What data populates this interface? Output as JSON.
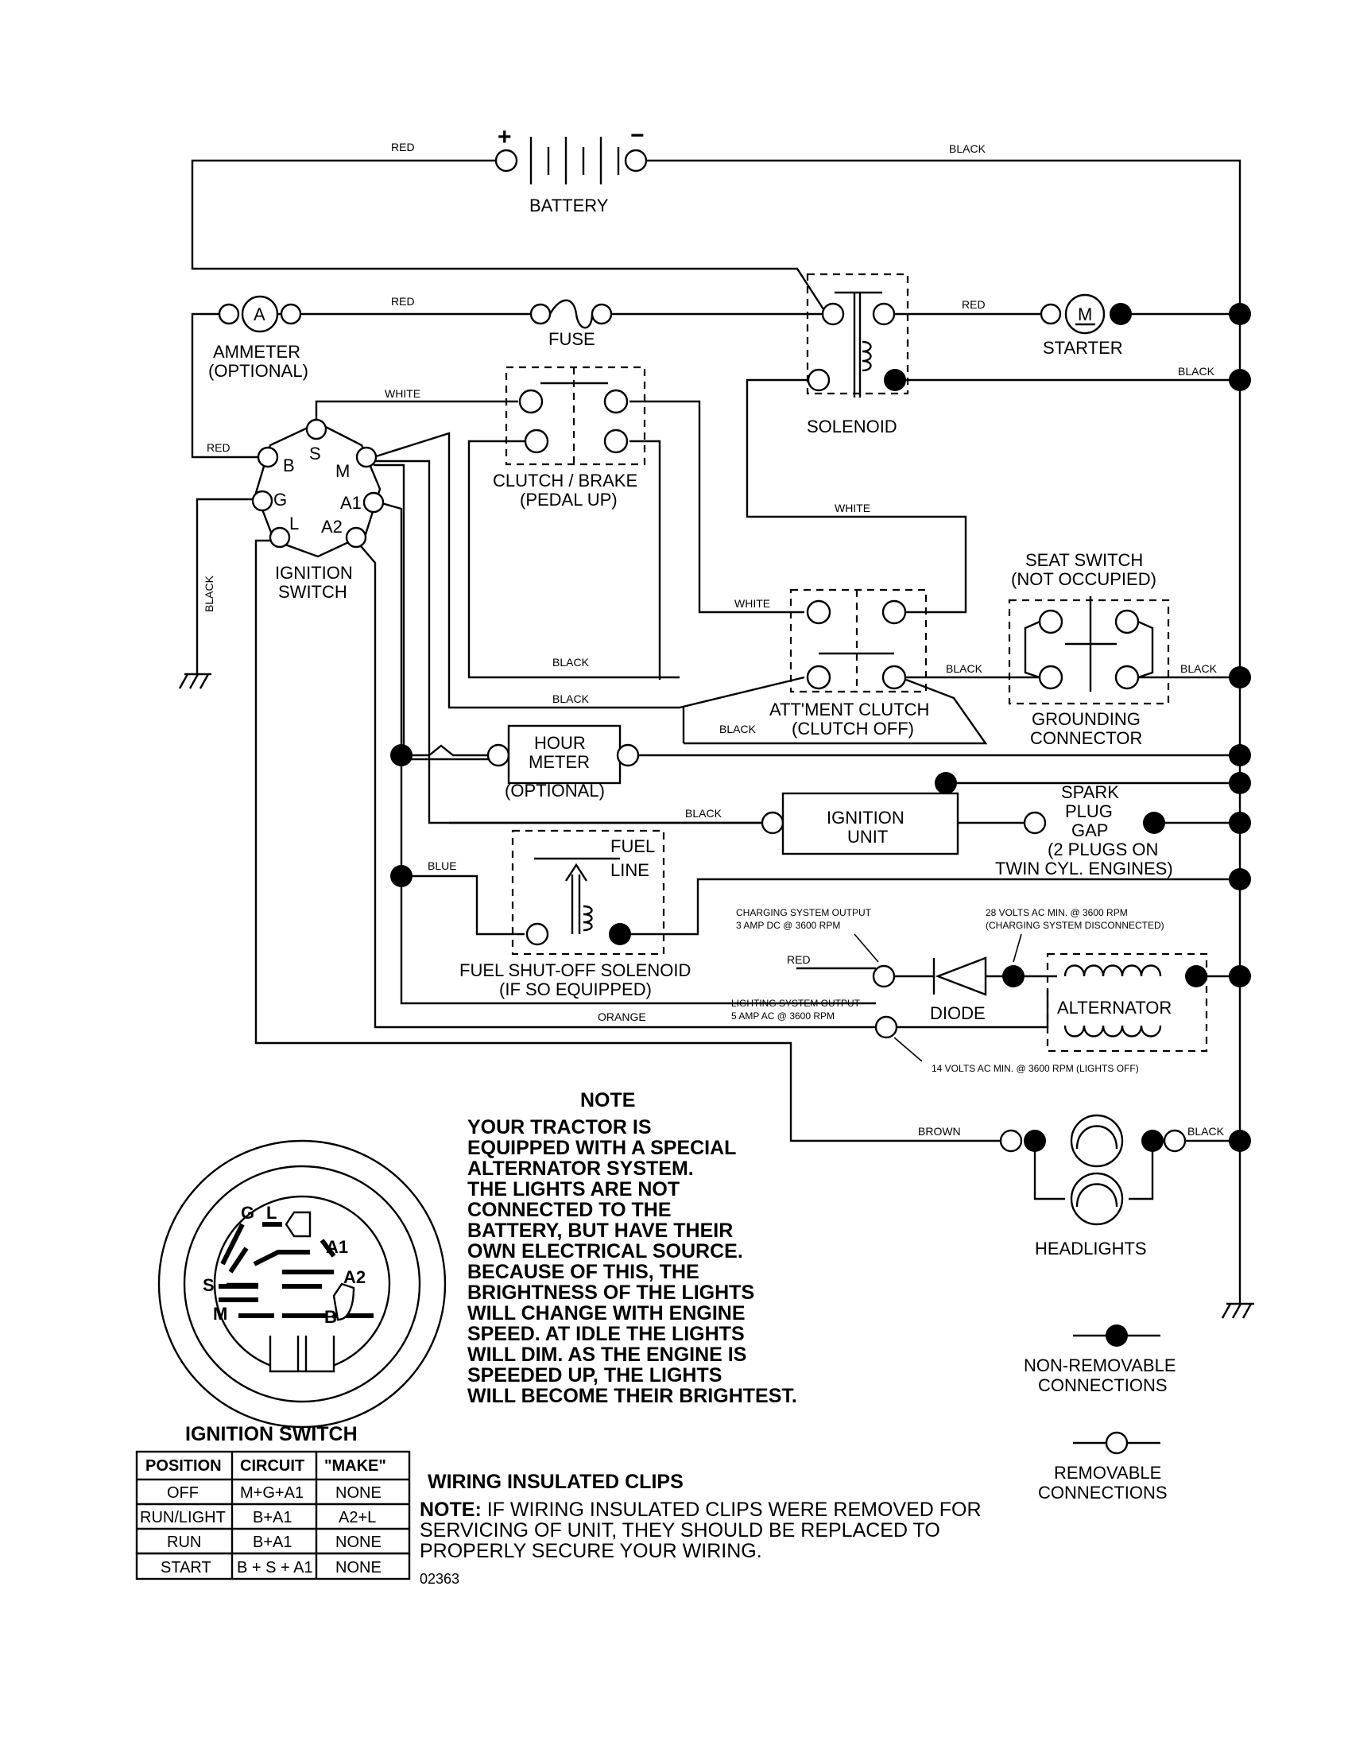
{
  "components": {
    "battery": "BATTERY",
    "battery_plus": "+",
    "battery_minus": "−",
    "ammeter_symbol": "A",
    "ammeter_l1": "AMMETER",
    "ammeter_l2": "(OPTIONAL)",
    "fuse": "FUSE",
    "starter_symbol": "M",
    "starter": "STARTER",
    "solenoid": "SOLENOID",
    "clutch_brake_l1": "CLUTCH / BRAKE",
    "clutch_brake_l2": "(PEDAL UP)",
    "ignition_switch_l1": "IGNITION",
    "ignition_switch_l2": "SWITCH",
    "seat_switch_l1": "SEAT SWITCH",
    "seat_switch_l2": "(NOT OCCUPIED)",
    "grounding_l1": "GROUNDING",
    "grounding_l2": "CONNECTOR",
    "attment_l1": "ATT'MENT CLUTCH",
    "attment_l2": "(CLUTCH OFF)",
    "hour_meter_l1": "HOUR",
    "hour_meter_l2": "METER",
    "hour_meter_l3": "(OPTIONAL)",
    "ignition_unit_l1": "IGNITION",
    "ignition_unit_l2": "UNIT",
    "spark_l1": "SPARK",
    "spark_l2": "PLUG",
    "spark_l3": "GAP",
    "spark_l4": "(2 PLUGS ON",
    "spark_l5": "TWIN CYL. ENGINES)",
    "fuel_line_l1": "FUEL",
    "fuel_line_l2": "LINE",
    "fuel_sol_l1": "FUEL SHUT-OFF SOLENOID",
    "fuel_sol_l2": "(IF SO EQUIPPED)",
    "diode": "DIODE",
    "alternator": "ALTERNATOR",
    "headlights": "HEADLIGHTS"
  },
  "terminals": {
    "B": "B",
    "S": "S",
    "M": "M",
    "G": "G",
    "A1": "A1",
    "L": "L",
    "A2": "A2"
  },
  "wires": {
    "red": "RED",
    "black": "BLACK",
    "white": "WHITE",
    "blue": "BLUE",
    "orange": "ORANGE",
    "brown": "BROWN"
  },
  "annotations": {
    "charging_l1": "CHARGING SYSTEM OUTPUT",
    "charging_l2": "3 AMP DC @ 3600 RPM",
    "volts28_l1": "28 VOLTS AC MIN. @ 3600 RPM",
    "volts28_l2": "(CHARGING SYSTEM DISCONNECTED)",
    "lighting_l1": "LIGHTING SYSTEM OUTPUT",
    "lighting_l2": "5 AMP AC @ 3600 RPM",
    "volts14": "14 VOLTS AC MIN. @ 3600 RPM (LIGHTS OFF)"
  },
  "note": {
    "title": "NOTE",
    "lines": [
      "YOUR TRACTOR IS",
      "EQUIPPED WITH A SPECIAL",
      "ALTERNATOR SYSTEM.",
      "THE LIGHTS ARE NOT",
      "CONNECTED TO THE",
      "BATTERY, BUT HAVE THEIR",
      "OWN ELECTRICAL SOURCE.",
      "BECAUSE OF THIS, THE",
      "BRIGHTNESS OF THE LIGHTS",
      "WILL CHANGE WITH ENGINE",
      "SPEED.  AT IDLE THE LIGHTS",
      "WILL DIM.  AS THE ENGINE IS",
      "SPEEDED UP, THE LIGHTS",
      "WILL BECOME THEIR BRIGHTEST."
    ]
  },
  "legend": {
    "non_removable_l1": "NON-REMOVABLE",
    "non_removable_l2": "CONNECTIONS",
    "removable_l1": "REMOVABLE",
    "removable_l2": "CONNECTIONS"
  },
  "switch_face": {
    "title": "IGNITION SWITCH",
    "G": "G",
    "L": "L",
    "A1": "A1",
    "S": "S",
    "A2": "A2",
    "M": "M",
    "B": "B"
  },
  "switch_table": {
    "headers": [
      "POSITION",
      "CIRCUIT",
      "\"MAKE\""
    ],
    "rows": [
      [
        "OFF",
        "M+G+A1",
        "NONE"
      ],
      [
        "RUN/LIGHT",
        "B+A1",
        "A2+L"
      ],
      [
        "RUN",
        "B+A1",
        "NONE"
      ],
      [
        "START",
        "B + S + A1",
        "NONE"
      ]
    ]
  },
  "clips": {
    "title": "WIRING INSULATED CLIPS",
    "note_label": "NOTE:",
    "note_l1": " IF WIRING INSULATED CLIPS WERE REMOVED FOR",
    "note_l2": "SERVICING OF UNIT, THEY SHOULD BE REPLACED TO",
    "note_l3": "PROPERLY SECURE YOUR WIRING."
  },
  "part_number": "02363"
}
